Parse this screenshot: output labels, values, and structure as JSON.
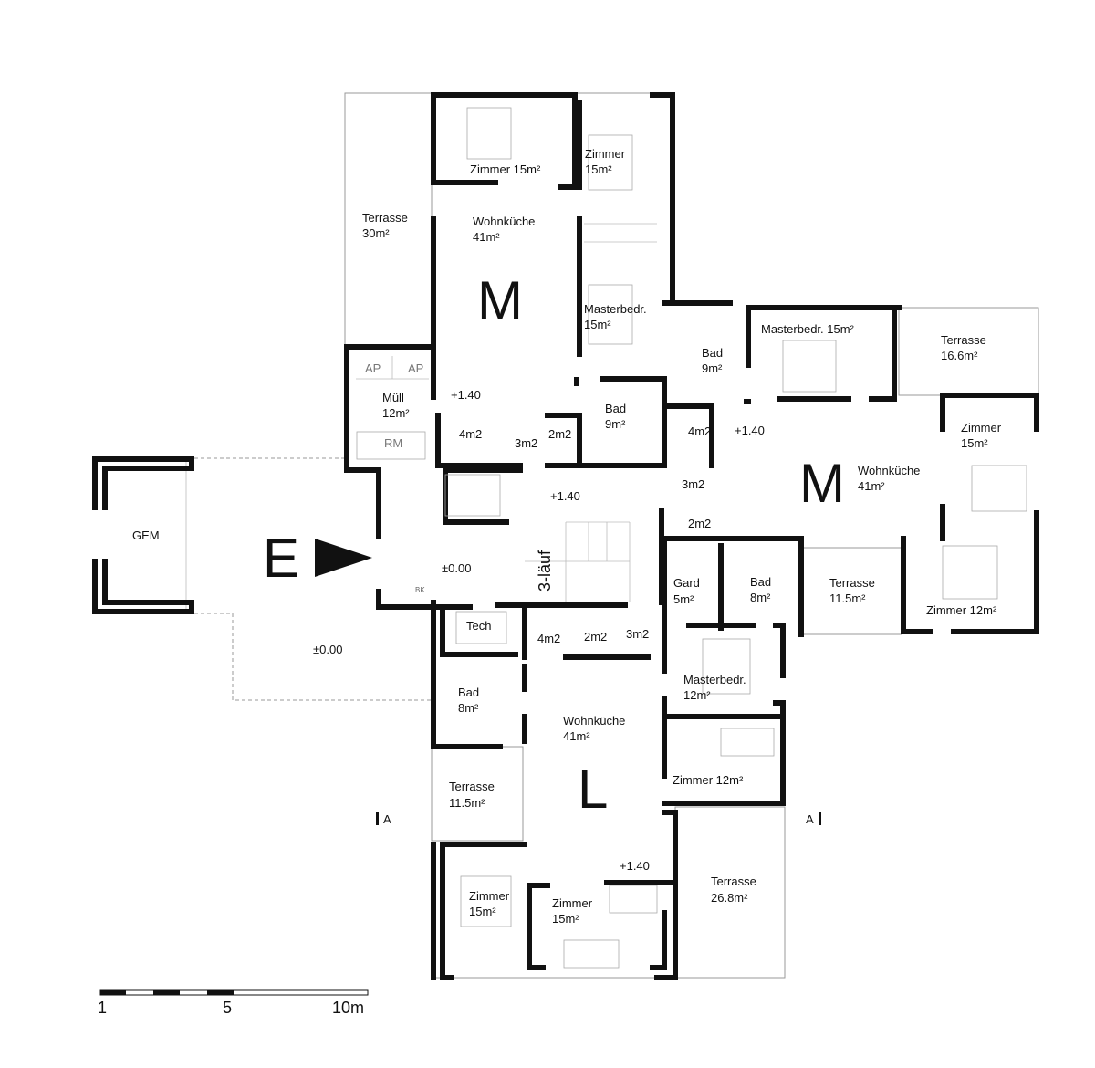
{
  "units": {
    "upper": {
      "letter": "M",
      "rooms": [
        {
          "name": "Zimmer 15m²",
          "area": ""
        },
        {
          "name": "Zimmer",
          "area": "15m²"
        },
        {
          "name": "Terrasse",
          "area": "30m²"
        },
        {
          "name": "Wohnküche",
          "area": "41m²"
        },
        {
          "name": "Masterbedr.",
          "area": "15m²"
        },
        {
          "name": "Bad",
          "area": "9m²"
        }
      ]
    },
    "right": {
      "letter": "M",
      "rooms": [
        {
          "name": "Masterbedr. 15m²",
          "area": ""
        },
        {
          "name": "Terrasse",
          "area": "16.6m²"
        },
        {
          "name": "Bad",
          "area": "9m²"
        },
        {
          "name": "Zimmer",
          "area": "15m²"
        },
        {
          "name": "Wohnküche",
          "area": "41m²"
        },
        {
          "name": "Terrasse",
          "area": "11.5m²"
        },
        {
          "name": "Zimmer 12m²",
          "area": ""
        }
      ]
    },
    "lower": {
      "letter": "L",
      "rooms": [
        {
          "name": "Gard",
          "area": "5m²"
        },
        {
          "name": "Bad",
          "area": "8m²"
        },
        {
          "name": "Masterbedr.",
          "area": "12m²"
        },
        {
          "name": "Wohnküche",
          "area": "41m²"
        },
        {
          "name": "Zimmer 12m²",
          "area": ""
        },
        {
          "name": "Bad",
          "area": "8m²"
        },
        {
          "name": "Terrasse",
          "area": "11.5m²"
        },
        {
          "name": "Zimmer",
          "area": "15m²"
        },
        {
          "name": "Zimmer",
          "area": "15m²"
        },
        {
          "name": "Terrasse",
          "area": "26.8m²"
        }
      ]
    }
  },
  "common": {
    "muell": {
      "name": "Müll",
      "area": "12m²"
    },
    "ap1": "AP",
    "ap2": "AP",
    "rm": "RM",
    "gem": "GEM",
    "tech": "Tech",
    "bk": "BK",
    "stair": "3-läuf",
    "entrance_letter": "E"
  },
  "small_rooms": [
    "4m2",
    "3m2",
    "2m2",
    "4m2",
    "3m2",
    "2m2",
    "4m2",
    "2m2",
    "3m2"
  ],
  "levels": {
    "l_upper": "+1.40",
    "l_mid": "+1.40",
    "l_right": "+1.40",
    "l_lower": "+1.40",
    "l_entry": "±0.00",
    "l_outside": "±0.00"
  },
  "section_marker": "A",
  "scale_bar": {
    "labels": [
      "1",
      "5",
      "10m"
    ]
  },
  "colors": {
    "wall": "#111111",
    "line": "#999999"
  }
}
